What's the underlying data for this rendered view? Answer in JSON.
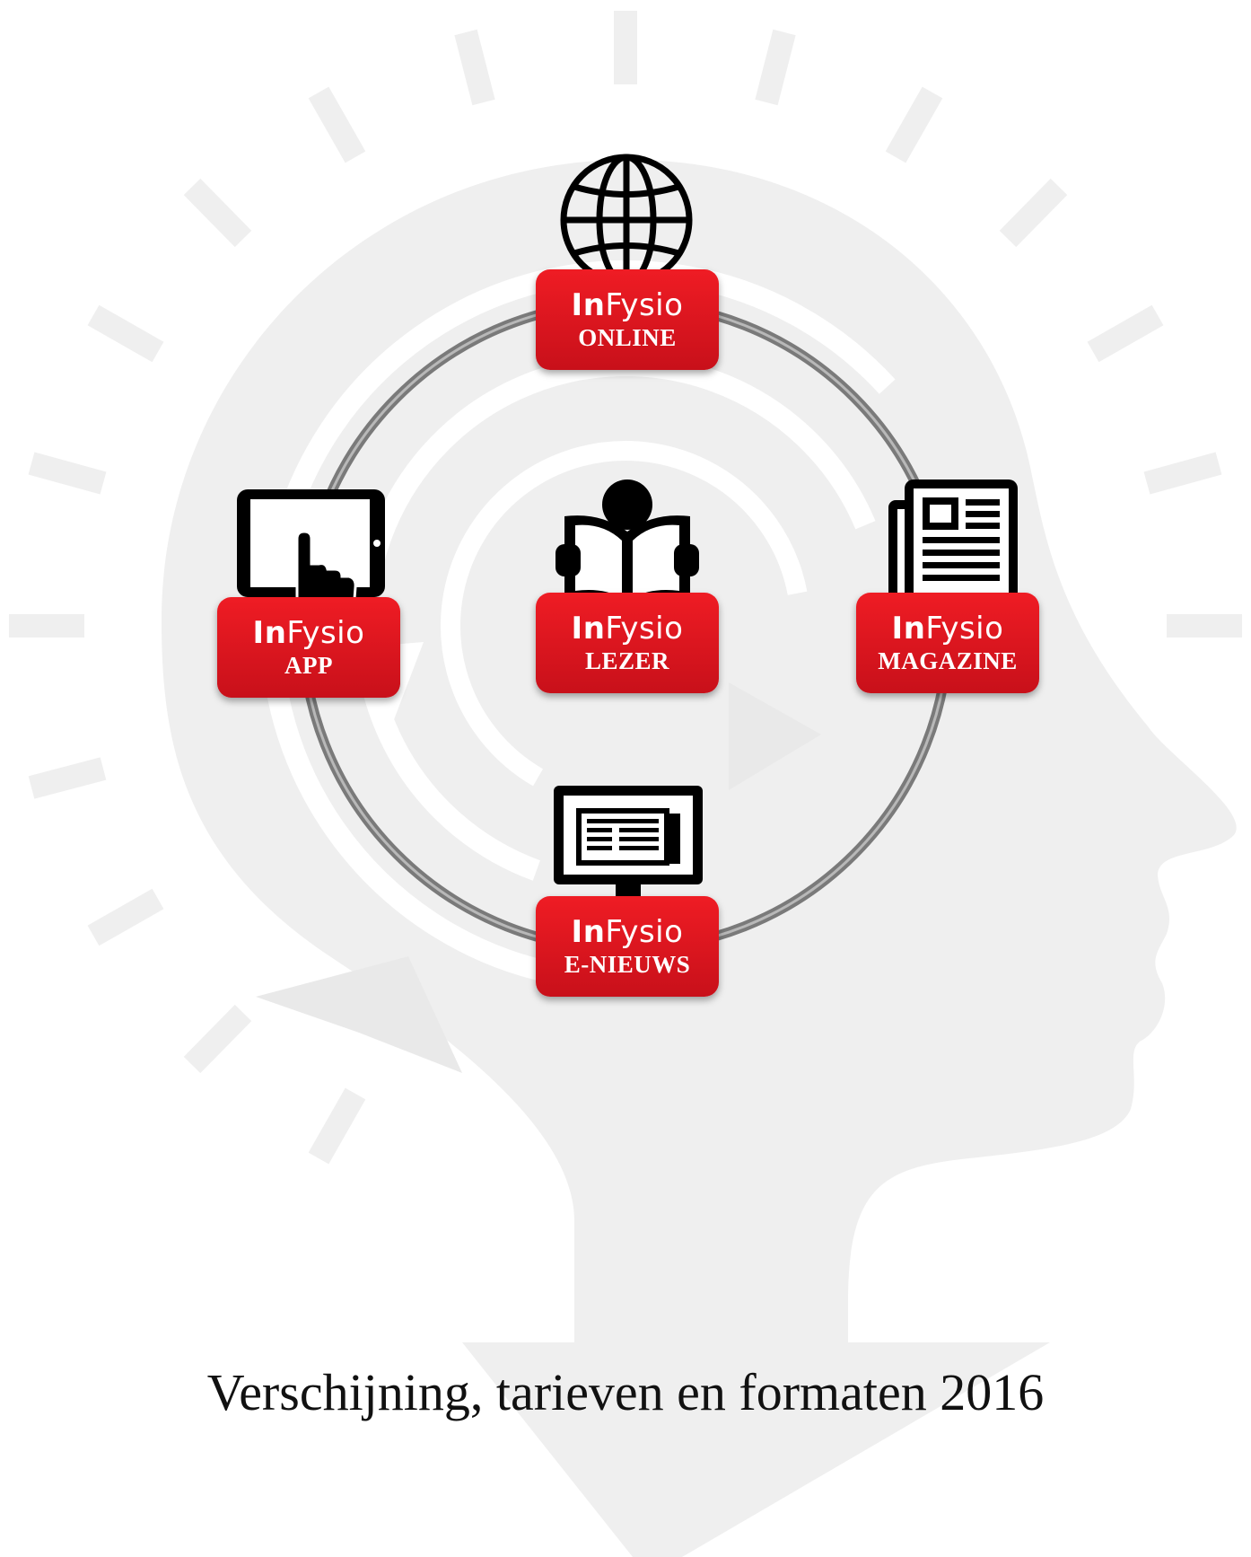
{
  "brand": {
    "strong": "In",
    "light": "Fysio"
  },
  "products": {
    "online": {
      "label": "ONLINE",
      "icon": "globe-icon"
    },
    "app": {
      "label": "APP",
      "icon": "tablet-touch-icon"
    },
    "lezer": {
      "label": "LEZER",
      "icon": "reader-icon"
    },
    "magazine": {
      "label": "MAGAZINE",
      "icon": "newspaper-icon"
    },
    "enieuws": {
      "label": "E-NIEUWS",
      "icon": "monitor-icon"
    }
  },
  "footer": {
    "title": "Verschijning, tarieven en formaten 2016"
  },
  "colors": {
    "badge": "#e3141c",
    "ring": "#7a7a7a",
    "background_shapes": "#efefef"
  }
}
